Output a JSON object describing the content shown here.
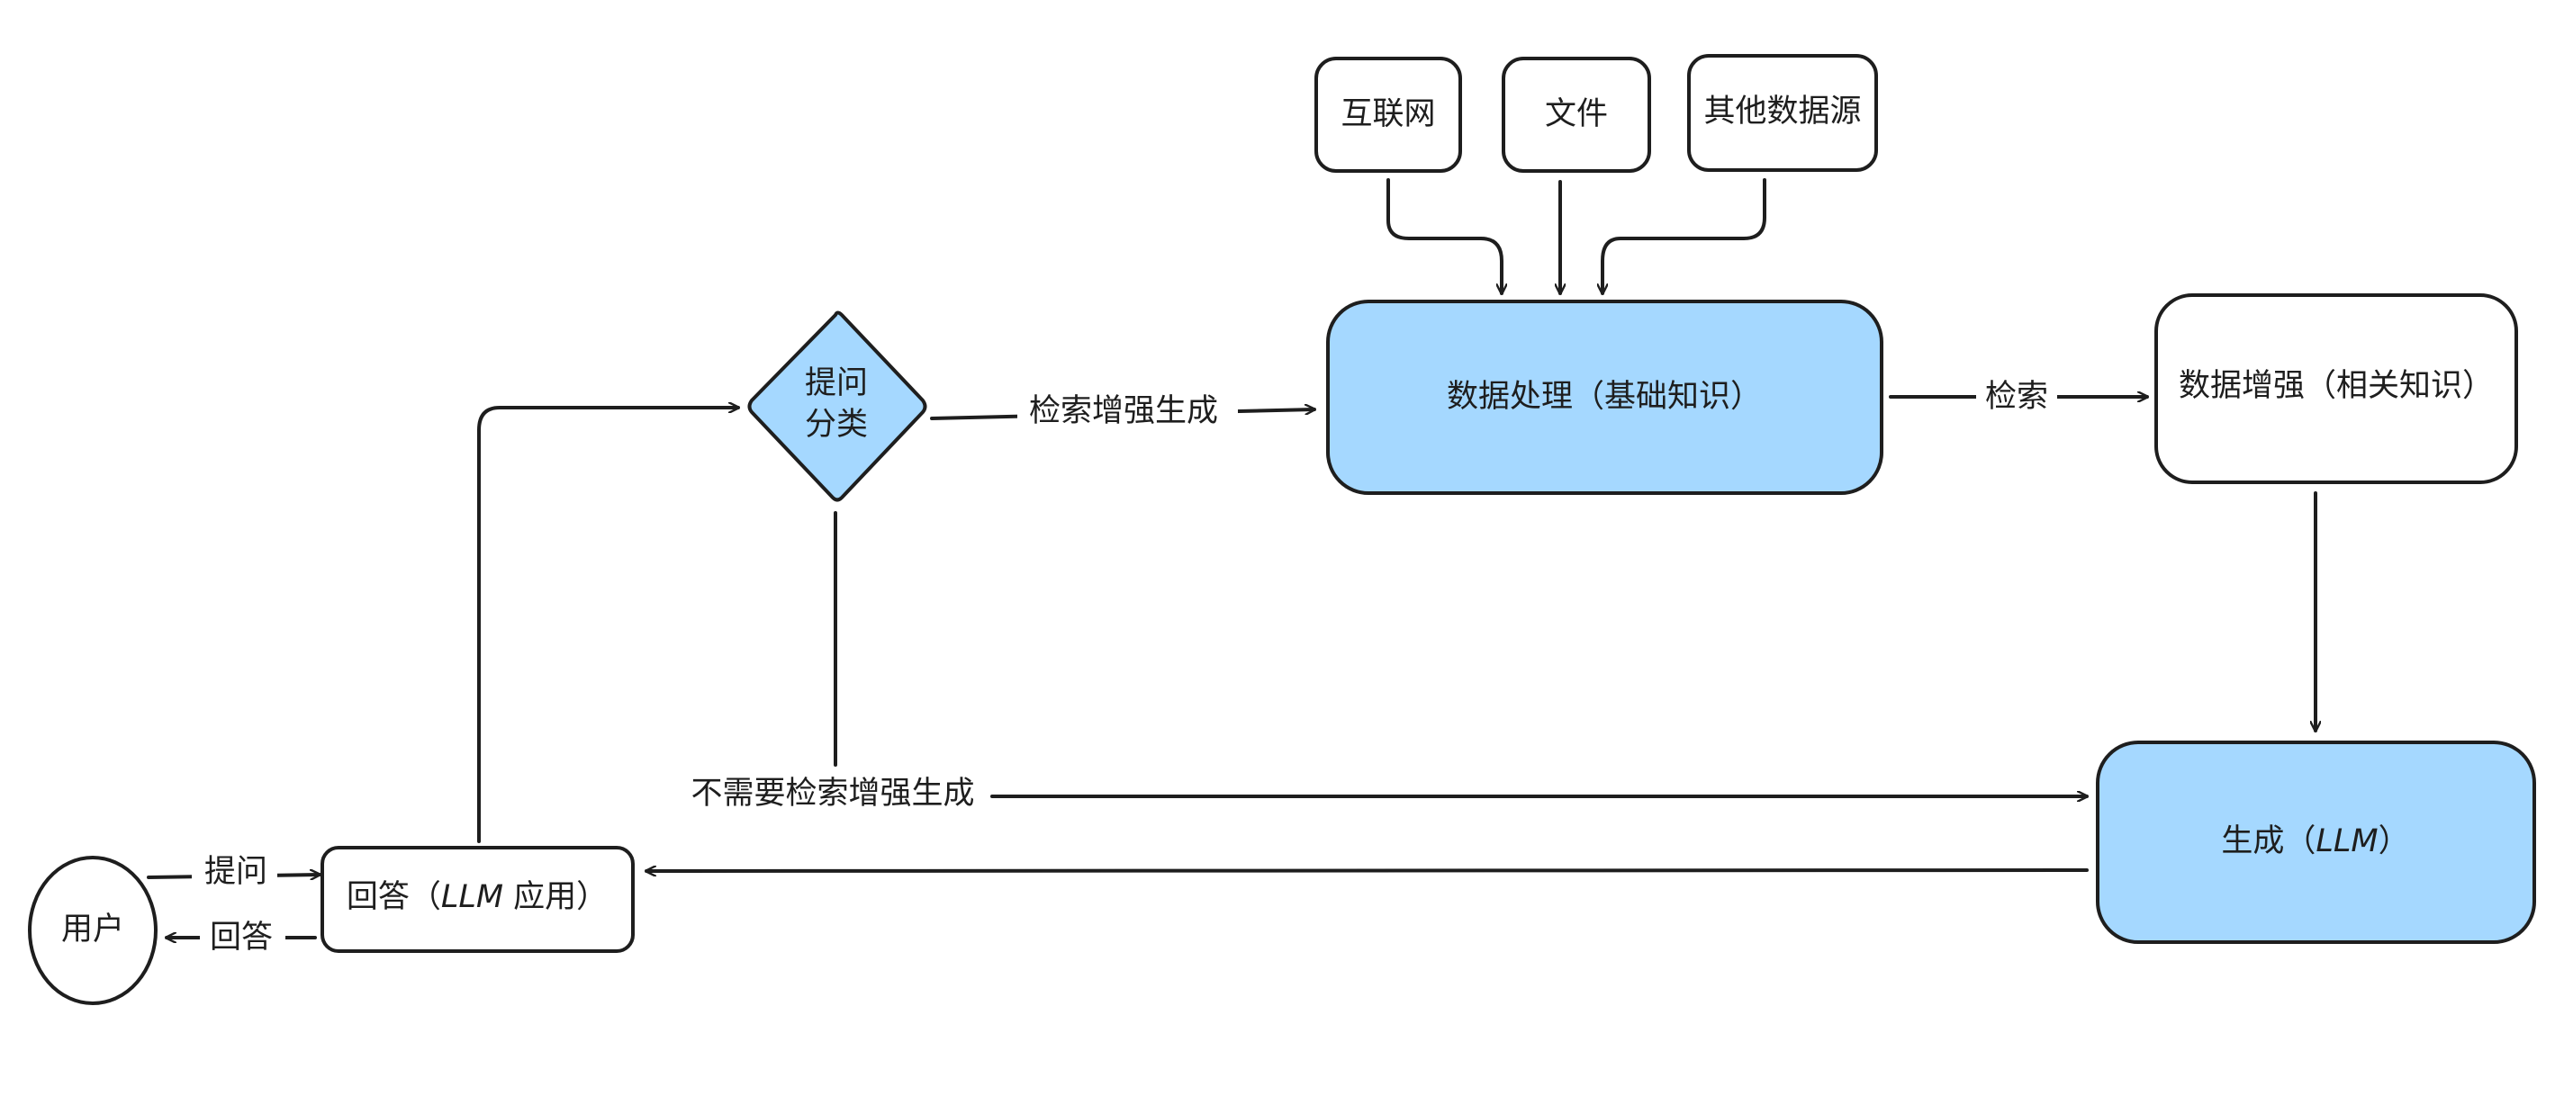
{
  "diagram": {
    "colors": {
      "highlight_fill": "#a5d8ff",
      "plain_fill": "#ffffff",
      "stroke": "#1e1e1e"
    },
    "nodes": {
      "internet": {
        "label": "互联网"
      },
      "file": {
        "label": "文件"
      },
      "other_sources": {
        "label": "其他数据源"
      },
      "data_processing": {
        "label": "数据处理（基础知识）"
      },
      "data_enhance": {
        "label": "数据增强（相关知识）"
      },
      "question_classify": {
        "line1": "提问",
        "line2": "分类"
      },
      "generate": {
        "label_prefix": "生成（",
        "label_llm": "LLM",
        "label_suffix": "）"
      },
      "answer_app": {
        "label_prefix": "回答（",
        "label_llm": "LLM",
        "label_suffix": " 应用）"
      },
      "user": {
        "label": "用户"
      }
    },
    "edges": {
      "rag": {
        "label": "检索增强生成"
      },
      "retrieve": {
        "label": "检索"
      },
      "no_rag": {
        "label": "不需要检索增强生成"
      },
      "ask": {
        "label": "提问"
      },
      "answer": {
        "label": "回答"
      }
    }
  }
}
